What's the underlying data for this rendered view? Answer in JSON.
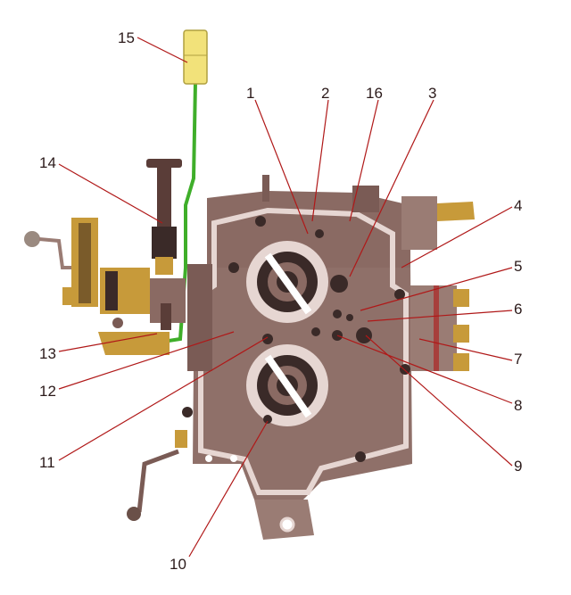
{
  "colors": {
    "body": "#8a6a63",
    "body_light": "#b8a09a",
    "gasket": "#e6d6d2",
    "dark": "#3a2a28",
    "brass": "#c79a3a",
    "wire": "#3fae2a",
    "connector": "#f2e27a",
    "leader": "#b01818"
  },
  "callouts": [
    {
      "id": "1",
      "text": "1"
    },
    {
      "id": "2",
      "text": "2"
    },
    {
      "id": "16",
      "text": "16"
    },
    {
      "id": "3",
      "text": "3"
    },
    {
      "id": "4",
      "text": "4"
    },
    {
      "id": "5",
      "text": "5"
    },
    {
      "id": "6",
      "text": "6"
    },
    {
      "id": "7",
      "text": "7"
    },
    {
      "id": "8",
      "text": "8"
    },
    {
      "id": "9",
      "text": "9"
    },
    {
      "id": "10",
      "text": "10"
    },
    {
      "id": "11",
      "text": "11"
    },
    {
      "id": "12",
      "text": "12"
    },
    {
      "id": "13",
      "text": "13"
    },
    {
      "id": "14",
      "text": "14"
    },
    {
      "id": "15",
      "text": "15"
    }
  ]
}
